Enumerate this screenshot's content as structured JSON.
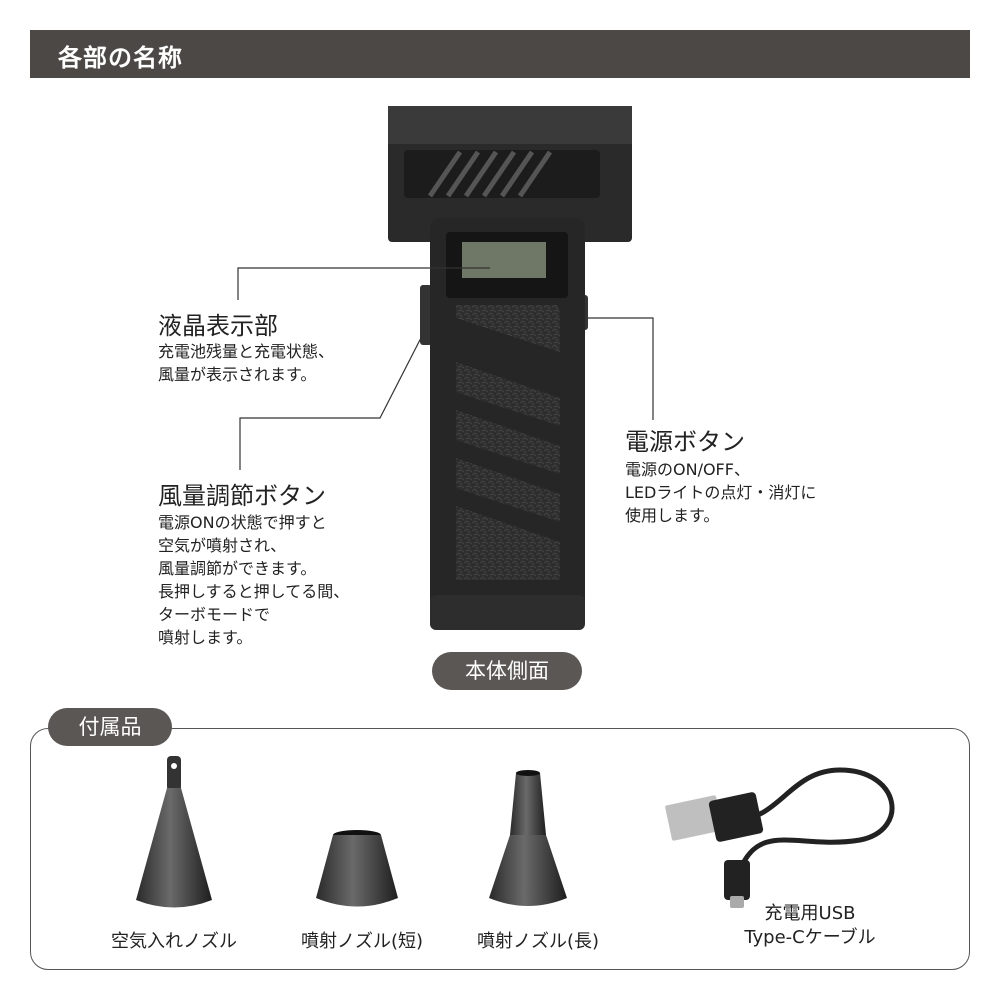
{
  "header": {
    "title": "各部の名称"
  },
  "callouts": {
    "lcd": {
      "title": "液晶表示部",
      "desc": "充電池残量と充電状態、\n風量が表示されます。"
    },
    "airflow_button": {
      "title": "風量調節ボタン",
      "desc": "電源ONの状態で押すと\n空気が噴射され、\n風量調節ができます。\n長押しすると押してる間、\nターボモードで\n噴射します。"
    },
    "power_button": {
      "title": "電源ボタン",
      "desc": "電源のON/OFF、\nLEDライトの点灯・消灯に\n使用します。"
    }
  },
  "view_label": "本体側面",
  "accessories": {
    "title": "付属品",
    "items": [
      {
        "label": "空気入れノズル"
      },
      {
        "label": "噴射ノズル(短)"
      },
      {
        "label": "噴射ノズル(長)"
      },
      {
        "label": "充電用USB\nType-Cケーブル"
      }
    ]
  }
}
